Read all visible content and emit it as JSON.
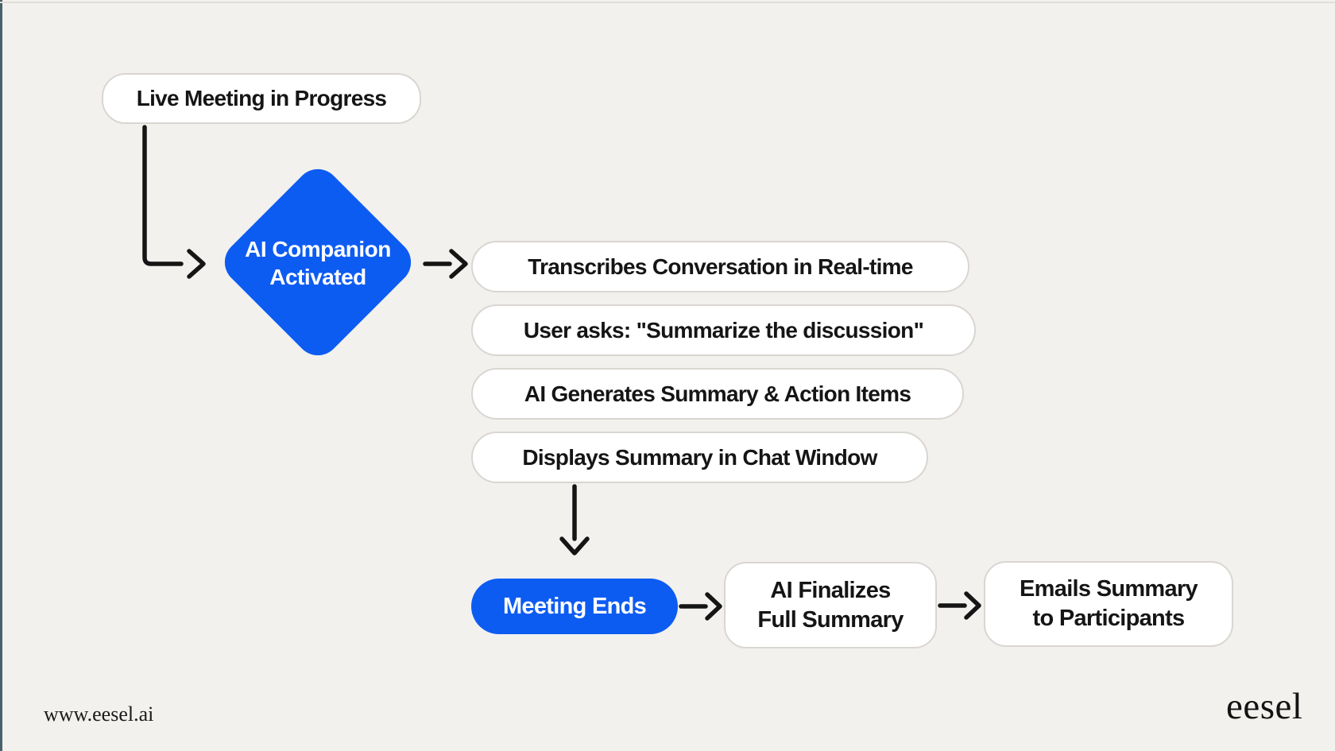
{
  "page": {
    "background": "#f3f1ee",
    "left_edge_color": "#48616a",
    "top_edge_color": "#e2dfda"
  },
  "colors": {
    "accent_blue": "#0d5cf2",
    "node_background": "#ffffff",
    "node_border": "#d9d6d2",
    "arrow": "#151515",
    "text_dark": "#151515",
    "text_on_blue": "#ffffff"
  },
  "flowchart": {
    "nodes": {
      "live_meeting": {
        "label": "Live Meeting in Progress"
      },
      "ai_companion": {
        "line1": "AI Companion",
        "line2": "Activated"
      },
      "transcribes": {
        "label": "Transcribes Conversation in Real-time"
      },
      "user_asks": {
        "label": "User asks: \"Summarize the discussion\""
      },
      "generates_summary": {
        "label": "AI Generates Summary & Action Items"
      },
      "displays_summary": {
        "label": "Displays Summary in Chat Window"
      },
      "meeting_ends": {
        "label": "Meeting Ends"
      },
      "finalizes_summary": {
        "line1": "AI Finalizes",
        "line2": "Full Summary"
      },
      "emails_summary": {
        "line1": "Emails Summary",
        "line2": "to Participants"
      }
    }
  },
  "footer": {
    "website": "www.eesel.ai",
    "logo_text": "eesel"
  }
}
